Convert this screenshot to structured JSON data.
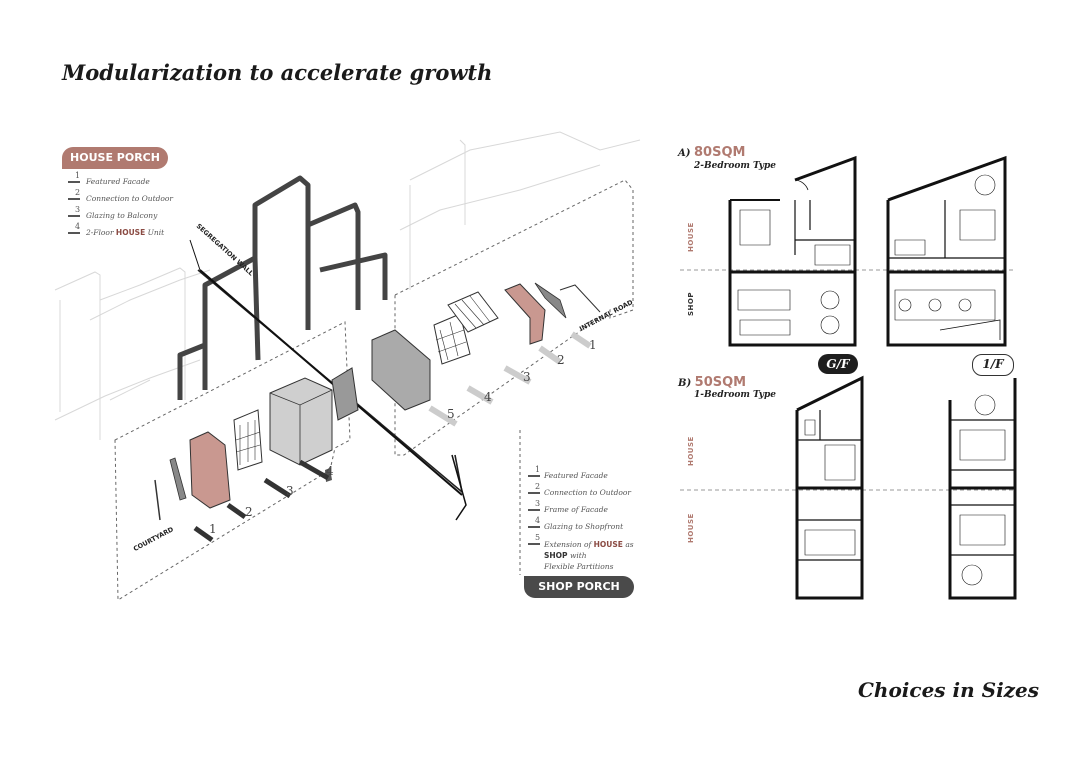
{
  "title": "Modularization to accelerate growth",
  "footer_title": "Choices in Sizes",
  "house_porch": {
    "badge": "HOUSE PORCH",
    "legend": [
      {
        "num": "1",
        "text": "Featured Facade"
      },
      {
        "num": "2",
        "text": "Connection to Outdoor"
      },
      {
        "num": "3",
        "text": "Glazing to Balcony"
      },
      {
        "num": "4",
        "text_before": "2-Floor",
        "highlight": "HOUSE",
        "text_after": "Unit"
      }
    ]
  },
  "shop_porch": {
    "badge": "SHOP PORCH",
    "legend": [
      {
        "num": "1",
        "text": "Featured Facade"
      },
      {
        "num": "2",
        "text": "Connection to Outdoor"
      },
      {
        "num": "3",
        "text": "Frame of Facade"
      },
      {
        "num": "4",
        "text": "Glazing to Shopfront"
      },
      {
        "num": "5",
        "line1_before": "Extension of",
        "line1_highlight": "HOUSE",
        "line1_after": "as",
        "line2_highlight": "SHOP",
        "line2_after": "with",
        "line3": "Flexible Partitions"
      }
    ]
  },
  "axonometric": {
    "segregation_label": "SEGREGATION WALL",
    "internal_road_label": "INTERNAL ROAD",
    "courtyard_label": "COURTYARD",
    "house_numbers": [
      "1",
      "2",
      "3",
      "4"
    ],
    "shop_numbers": [
      "1",
      "2",
      "3",
      "4",
      "5"
    ]
  },
  "plans": {
    "type_a": {
      "prefix": "A)",
      "size": "80SQM",
      "subtitle": "2-Bedroom Type",
      "upper_label": "HOUSE",
      "lower_label": "SHOP"
    },
    "type_b": {
      "prefix": "B)",
      "size": "50SQM",
      "subtitle": "1-Bedroom Type",
      "upper_label": "HOUSE",
      "lower_label": "HOUSE"
    },
    "floor_gf": "G/F",
    "floor_1f": "1/F"
  },
  "colors": {
    "accent": "#b07a70",
    "dark": "#1e1e1e",
    "line": "#333333"
  }
}
